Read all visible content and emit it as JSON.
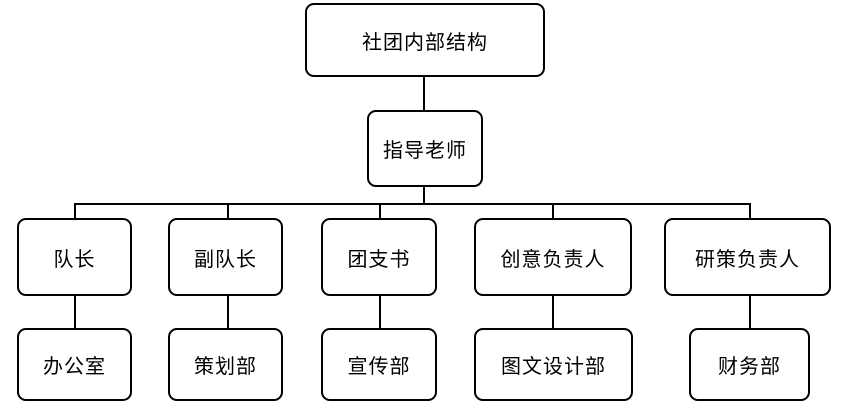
{
  "diagram": {
    "type": "org-chart",
    "title": "社团内部结构",
    "root": {
      "label": "社团内部结构"
    },
    "advisor": {
      "label": "指导老师"
    },
    "branches": [
      {
        "leader": "队长",
        "department": "办公室"
      },
      {
        "leader": "副队长",
        "department": "策划部"
      },
      {
        "leader": "团支书",
        "department": "宣传部"
      },
      {
        "leader": "创意负责人",
        "department": "图文设计部"
      },
      {
        "leader": "研策负责人",
        "department": "财务部"
      }
    ],
    "colors": {
      "box_border": "#000000",
      "box_fill": "#ffffff",
      "line": "#000000",
      "text": "#000000",
      "background": "#ffffff"
    }
  }
}
